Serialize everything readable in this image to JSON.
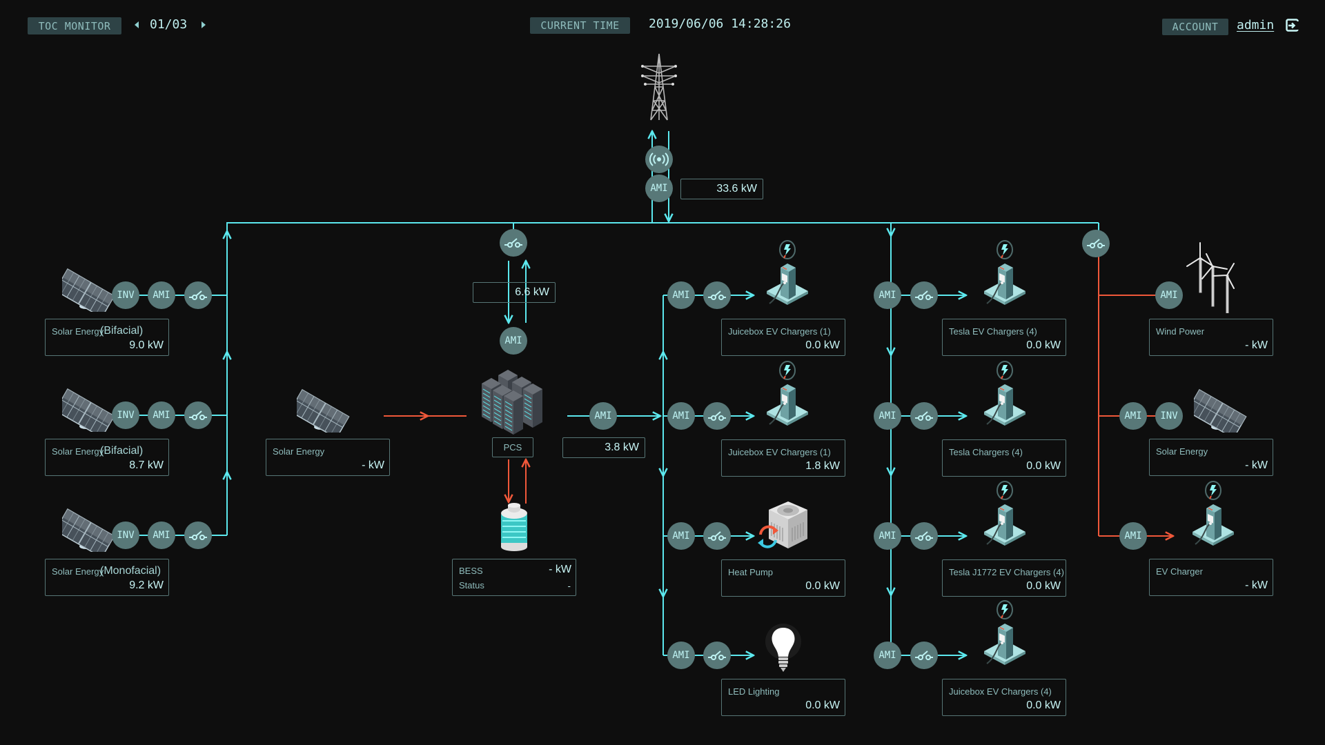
{
  "header": {
    "app_title": "TOC MONITOR",
    "page_indicator": "01/03",
    "prev_icon": "caret-left-icon",
    "next_icon": "caret-right-icon",
    "time_label": "CURRENT TIME",
    "current_time": "2019/06/06 14:28:26",
    "account_label": "ACCOUNT",
    "username": "admin",
    "logout_icon": "logout-icon"
  },
  "colors": {
    "background": "#0e0e0e",
    "grid_line": "#5ce8ee",
    "generation_line": "#f0583a",
    "node_fill": "#587878",
    "box_border": "#577676",
    "label_text": "#8fbcbc",
    "value_text": "#c8f5f5"
  },
  "node_labels": {
    "ami": "AMI",
    "inv": "INV"
  },
  "grid": {
    "icon": "power-tower-icon",
    "meter_icon": "wireless-signal-icon",
    "power": "33.6 kW"
  },
  "solar_left": [
    {
      "label": "Solar Energy",
      "sub_label": "(Bifacial)",
      "value": "9.0 kW"
    },
    {
      "label": "Solar Energy",
      "sub_label": "(Bifacial)",
      "value": "8.7 kW"
    },
    {
      "label": "Solar Energy",
      "sub_label": "(Monofacial)",
      "value": "9.2 kW"
    }
  ],
  "storage": {
    "pcs_feed_power": "6.6 kW",
    "pcs_label": "PCS",
    "pcs_output_power": "3.8 kW",
    "solar": {
      "label": "Solar Energy",
      "value": "- kW"
    },
    "bess": {
      "label": "BESS",
      "value": "- kW",
      "status_label": "Status",
      "status_value": "-"
    }
  },
  "loads_col1": [
    {
      "label": "Juicebox EV Chargers (1)",
      "value": "0.0 kW",
      "icon": "ev-charger-icon"
    },
    {
      "label": "Juicebox EV Chargers (1)",
      "value": "1.8 kW",
      "icon": "ev-charger-icon"
    },
    {
      "label": "Heat Pump",
      "value": "0.0 kW",
      "icon": "heat-pump-icon"
    },
    {
      "label": "LED Lighting",
      "value": "0.0 kW",
      "icon": "light-bulb-icon"
    }
  ],
  "loads_col2": [
    {
      "label": "Tesla EV Chargers (4)",
      "value": "0.0 kW",
      "icon": "ev-charger-icon"
    },
    {
      "label": "Tesla Chargers (4)",
      "value": "0.0 kW",
      "icon": "ev-charger-icon"
    },
    {
      "label": "Tesla J1772 EV Chargers (4)",
      "value": "0.0 kW",
      "icon": "ev-charger-icon"
    },
    {
      "label": "Juicebox EV Chargers (4)",
      "value": "0.0 kW",
      "icon": "ev-charger-icon"
    }
  ],
  "microgrid": [
    {
      "label": "Wind Power",
      "value": "- kW",
      "icon": "wind-turbine-icon"
    },
    {
      "label": "Solar Energy",
      "value": "- kW",
      "icon": "solar-panel-icon"
    },
    {
      "label": "EV Charger",
      "value": "- kW",
      "icon": "ev-charger-icon"
    }
  ]
}
